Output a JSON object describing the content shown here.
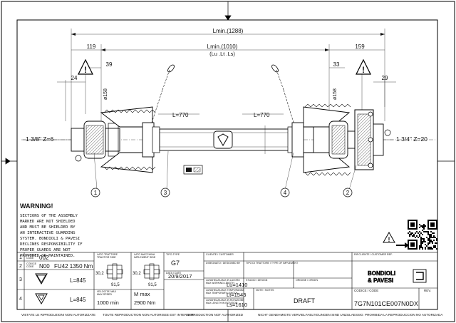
{
  "dimensions": {
    "overall": "Lmin.(1288)",
    "between_yokes": "Lmin.(1010)",
    "between_yokes_sub": "(Lu .Lt .Ls)",
    "left_end": "119",
    "right_end": "159",
    "left_guard": "39",
    "right_guard": "33",
    "left_flange": "24",
    "right_flange": "29",
    "left_dia": "ø158",
    "right_dia": "ø158",
    "tube_outer": "L=770",
    "tube_inner": "L=770",
    "left_spline": "1 3/8\" Z=6",
    "right_spline": "1 3/4\" Z=20"
  },
  "callouts": [
    "1",
    "2",
    "3",
    "4"
  ],
  "warning": {
    "title": "WARNING!",
    "lines": [
      "SECTIONS OF THE ASSEMBLY",
      "MARKED ARE NOT SHIELDED",
      "AND MUST BE SHIELDED BY",
      "AN INTERACTIVE GUARDING",
      "SYSTEM. BONDIOLI & PAVESI",
      "DECLINES RESPONSIBILITY IF",
      "PROPER GUARDS ARE NOT",
      "PROVIDED OR MAINTAINED."
    ]
  },
  "table": {
    "row1": {
      "num": "1",
      "h1": "CODICE",
      "h2": "CODE",
      "value": "002"
    },
    "row2": {
      "num": "2",
      "h1": "CODICE",
      "h2": "CODE",
      "code": "N00",
      "spec": "FU42 1350 Nm"
    },
    "row3": {
      "num": "3",
      "l": "L=845"
    },
    "row4": {
      "num": "4",
      "l": "L=845"
    },
    "tube_h1": "LATO TRATTORE",
    "tube_h2": "TRACTOR SIDE",
    "impl_h1": "LATO MACCHINA",
    "impl_h2": "IMPLEMENT SIDE",
    "d302a": "30,2",
    "d302b": "30,2",
    "d915a": "91,5",
    "d915b": "91,5",
    "speed_h": "VELOCITA' MAX",
    "speed_h2": "MAX SPEED",
    "speed": "1000 min",
    "mmax": "M max",
    "mmax_v": "2900 Nm",
    "tipo_h": "TIPO-TYPE",
    "tipo": "G7",
    "data_h": "DATA / DATE",
    "data": "20/9/2017",
    "cliente_h": "CLIENTE / CUSTOMER",
    "rif_h": "RIF.CLIENTE / CUSTOMER REF.",
    "disegnato_h": "DISEGNATO / DESIGNED BY",
    "tipo_app_h": "TIPO DI TRATTORE / TYPE OF IMPLEMENT",
    "studio_h": "STUDIO / DESIGN",
    "origine_h": "ORIGINE / ORIGIN",
    "lu_h": "LUNGHEZZA MAX IN LAVORO",
    "lu_h2": "MAX WORKING LENGTH",
    "lu": "Lu=1410",
    "lt_h": "LUNGHEZZA MAX TEMPORANEA",
    "lt_h2": "MAX TEMPORARY LENGTH",
    "lt": "Lt=1543",
    "ls_h": "LUNGHEZZA MAX IN ROTAZIONE",
    "ls_h2": "MAX LENGTH IN ROTATION",
    "ls": "Ls=1610",
    "note_h": "NOTE / NOTES",
    "draft": "DRAFT",
    "codice_h": "CODICE / CODE",
    "codice": "7G7N101CE007N0DX",
    "rev_h": "REV.",
    "brand1": "BONDIOLI",
    "brand2": "& PAVESI"
  },
  "footer": [
    "VIETATE LE RIPRODUZIONI NON AUTORIZZATE",
    "TOUTE REPRODUCTION NON AUTORISEE EST INTERDITE",
    "REPRODUCTION NOT AUTHORIZED",
    "NICHT GENEHMIGTE VERVIELFAELTIGUNGEN SIND UNZULAESSIG",
    "PROHIBIDA LA REPRODUCCION NO AUTORIZADA"
  ]
}
